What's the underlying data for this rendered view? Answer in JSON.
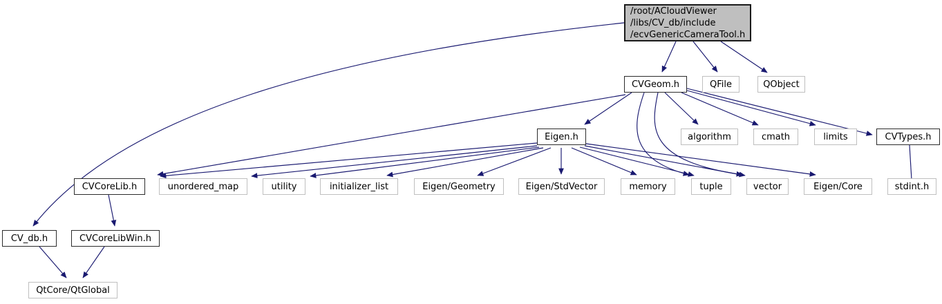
{
  "graph": {
    "type": "include-dependency-graph",
    "edge_color": "#191970",
    "root_fill": "#bfbfbf",
    "background": "#ffffff"
  },
  "nodes": {
    "main": {
      "label": "/root/ACloudViewer\n/libs/CV_db/include\n/ecvGenericCameraTool.h"
    },
    "cvgeom": {
      "label": "CVGeom.h"
    },
    "qfile": {
      "label": "QFile"
    },
    "qobject": {
      "label": "QObject"
    },
    "eigen": {
      "label": "Eigen.h"
    },
    "algorithm": {
      "label": "algorithm"
    },
    "cmath": {
      "label": "cmath"
    },
    "limits": {
      "label": "limits"
    },
    "cvtypes": {
      "label": "CVTypes.h"
    },
    "cvcorelib": {
      "label": "CVCoreLib.h"
    },
    "unordered_map": {
      "label": "unordered_map"
    },
    "utility": {
      "label": "utility"
    },
    "initializer_list": {
      "label": "initializer_list"
    },
    "eigen_geometry": {
      "label": "Eigen/Geometry"
    },
    "eigen_stdvector": {
      "label": "Eigen/StdVector"
    },
    "memory": {
      "label": "memory"
    },
    "tuple": {
      "label": "tuple"
    },
    "vector": {
      "label": "vector"
    },
    "eigen_core": {
      "label": "Eigen/Core"
    },
    "stdint": {
      "label": "stdint.h"
    },
    "cv_db": {
      "label": "CV_db.h"
    },
    "cvcorelibwin": {
      "label": "CVCoreLibWin.h"
    },
    "qtglobal": {
      "label": "QtCore/QtGlobal"
    }
  },
  "edges": [
    {
      "from": "main",
      "to": "cvgeom"
    },
    {
      "from": "main",
      "to": "qfile"
    },
    {
      "from": "main",
      "to": "qobject"
    },
    {
      "from": "main",
      "to": "cv_db"
    },
    {
      "from": "cvgeom",
      "to": "cvcorelib"
    },
    {
      "from": "cvgeom",
      "to": "eigen"
    },
    {
      "from": "cvgeom",
      "to": "algorithm"
    },
    {
      "from": "cvgeom",
      "to": "cmath"
    },
    {
      "from": "cvgeom",
      "to": "limits"
    },
    {
      "from": "cvgeom",
      "to": "cvtypes"
    },
    {
      "from": "cvgeom",
      "to": "tuple"
    },
    {
      "from": "cvgeom",
      "to": "vector"
    },
    {
      "from": "eigen",
      "to": "cvcorelib"
    },
    {
      "from": "eigen",
      "to": "unordered_map"
    },
    {
      "from": "eigen",
      "to": "utility"
    },
    {
      "from": "eigen",
      "to": "initializer_list"
    },
    {
      "from": "eigen",
      "to": "eigen_geometry"
    },
    {
      "from": "eigen",
      "to": "eigen_stdvector"
    },
    {
      "from": "eigen",
      "to": "memory"
    },
    {
      "from": "eigen",
      "to": "tuple"
    },
    {
      "from": "eigen",
      "to": "vector"
    },
    {
      "from": "eigen",
      "to": "eigen_core"
    },
    {
      "from": "cvtypes",
      "to": "stdint"
    },
    {
      "from": "cvcorelib",
      "to": "cvcorelibwin"
    },
    {
      "from": "cv_db",
      "to": "qtglobal"
    },
    {
      "from": "cvcorelibwin",
      "to": "qtglobal"
    }
  ]
}
